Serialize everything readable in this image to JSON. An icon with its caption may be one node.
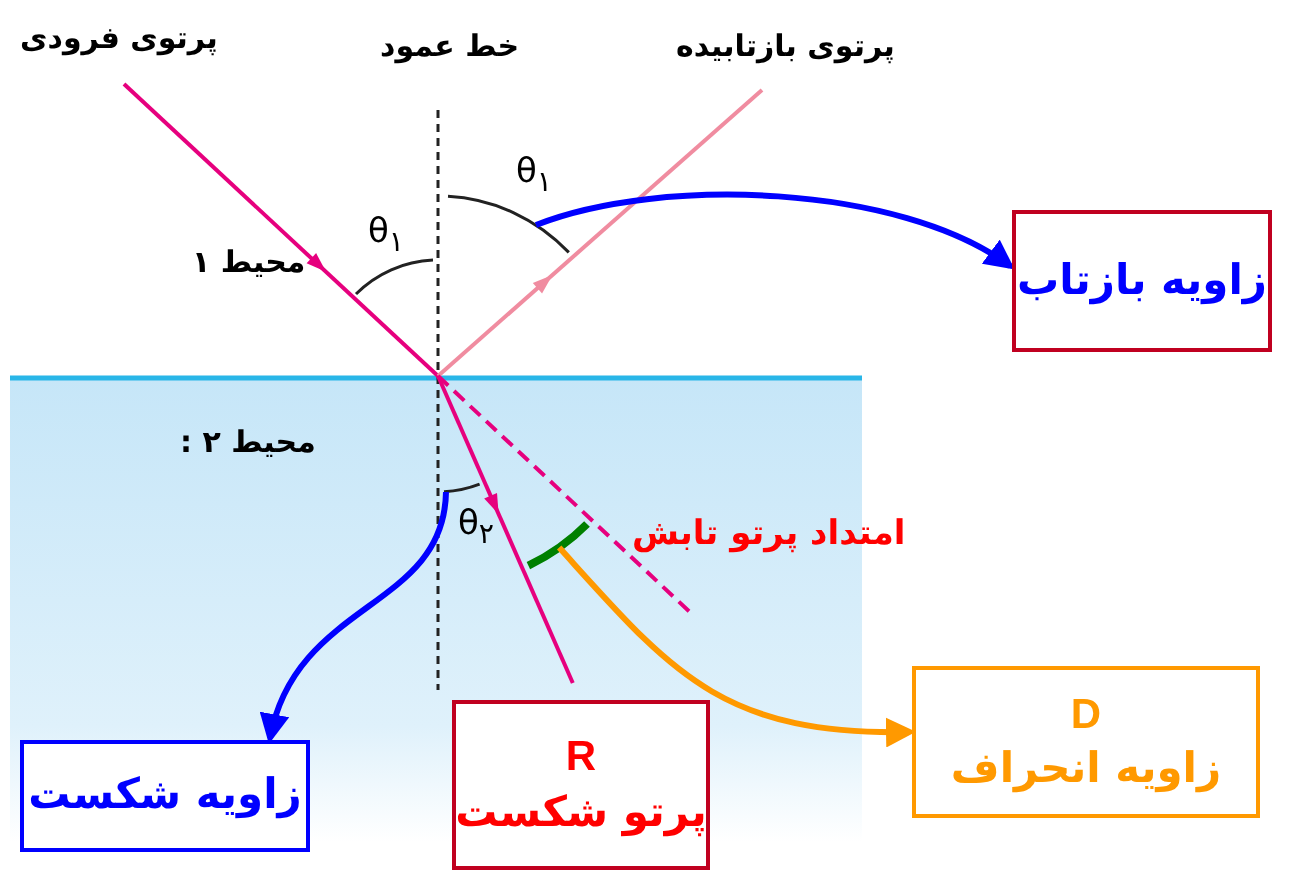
{
  "diagram": {
    "nodes": [
      {
        "text": [],
        "shape": "arc",
        "beside": [
          "θ$_{۱}$"
        ]
      },
      {
        "text": [
          "زاویه بازتاب"
        ]
      },
      {
        "text": [],
        "shape": "arc",
        "beside": [
          "θ$_{۲}$"
        ]
      },
      {
        "text": [
          "زاویه شکست"
        ]
      },
      {
        "text": [],
        "shape": "arc"
      },
      {
        "text": [
          "R",
          "پرتو شکست"
        ]
      },
      {
        "text": [
          "D",
          "زاویه انحراف"
        ]
      }
    ],
    "edges": [
      {
        "from": 0,
        "to": 1,
        "arrow": "to"
      },
      {
        "from": 2,
        "to": 3,
        "arrow": "to"
      },
      {
        "from": 4,
        "to": 6,
        "arrow": "to",
        "color": "#ff9900"
      }
    ],
    "labels": [
      "پرتوی فرودی",
      "خط عمود",
      "پرتوی بازتابیده",
      "θ$_{۱}$",
      "محیط ۱",
      "محیط ۲ :",
      "امتداد پرتو تابش"
    ]
  }
}
